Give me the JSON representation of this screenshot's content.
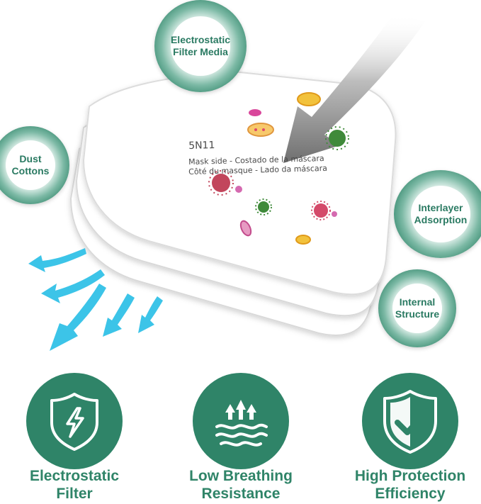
{
  "callouts": {
    "electrostatic_media": "Electrostatic\nFilter Media",
    "dust_cottons": "Dust\nCottons",
    "interlayer_adsorption": "Interlayer\nAdsorption",
    "internal_structure": "Internal\nStructure"
  },
  "filter_print": {
    "model": "5N11",
    "line1": "Mask side - Costado de la máscara",
    "line2": "Côté du masque - Lado da máscara"
  },
  "features": [
    {
      "icon": "lightning-shield-icon",
      "label_line1": "Electrostatic",
      "label_line2": "Filter"
    },
    {
      "icon": "airflow-waves-icon",
      "label_line1": "Low Breathing",
      "label_line2": "Resistance"
    },
    {
      "icon": "check-shield-icon",
      "label_line1": "High Protection",
      "label_line2": "Efficiency"
    }
  ],
  "colors": {
    "brand_green": "#2f8468",
    "arrow_cyan": "#3cc4e8",
    "pad_white": "#ffffff",
    "intake_arrow_gray": "#8a8a8a"
  }
}
